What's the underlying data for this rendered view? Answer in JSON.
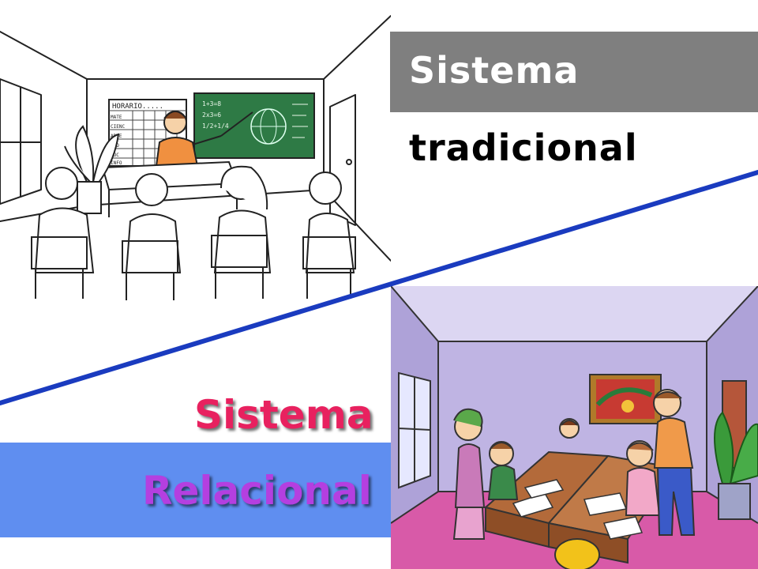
{
  "traditional": {
    "title_line1": "Sistema",
    "title_line2": "tradicional",
    "schedule_heading": "HORARIO.....",
    "schedule_subjects": [
      "MATE",
      "CIENC",
      "ARTE",
      "GEO",
      "SOC",
      "INFO"
    ],
    "board_text": [
      "1+3=8",
      "2x3=6",
      "1/2+1/4"
    ]
  },
  "relational": {
    "title_line1": "Sistema",
    "title_line2": "Relacional"
  },
  "colors": {
    "traditional_bar": "#7f7f7f",
    "relational_bar": "#5f8ef0",
    "relational_line1": "#e8215f",
    "relational_line2": "#b43fe0",
    "divider_line": "#1a3bbf"
  }
}
